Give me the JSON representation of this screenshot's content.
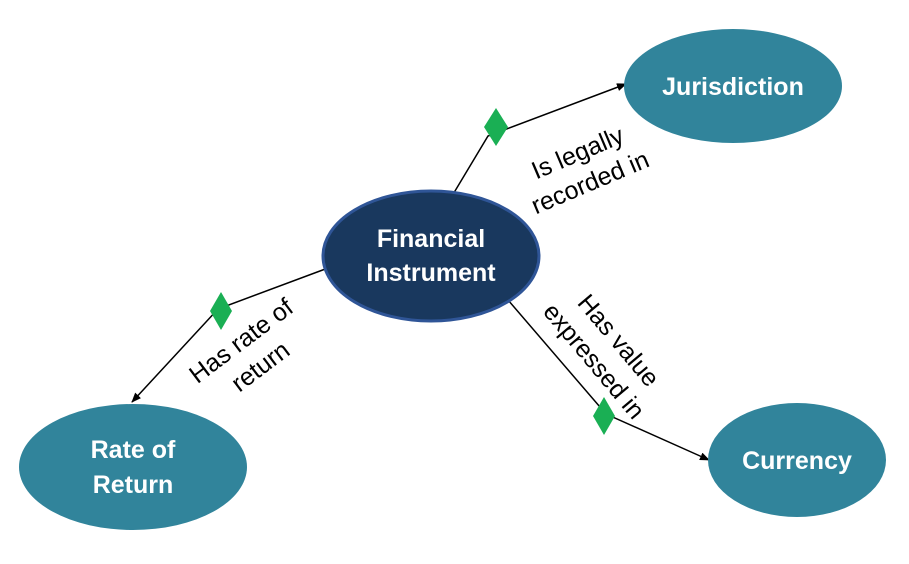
{
  "colors": {
    "center_node": "#19385e",
    "center_stroke": "#2f5597",
    "outer_node": "#31849b",
    "diamond": "#1aaf54",
    "edge": "#000000"
  },
  "nodes": {
    "center": {
      "line1": "Financial",
      "line2": "Instrument"
    },
    "jurisdiction": {
      "label": "Jurisdiction"
    },
    "currency": {
      "label": "Currency"
    },
    "rate_of_return": {
      "line1": "Rate of",
      "line2": "Return"
    }
  },
  "edges": {
    "recorded_in": {
      "line1": "Is legally",
      "line2": "recorded in"
    },
    "expressed_in": {
      "line1": "Has value",
      "line2": "expressed in"
    },
    "rate_of_return": {
      "line1": "Has rate of",
      "line2": "return"
    }
  }
}
